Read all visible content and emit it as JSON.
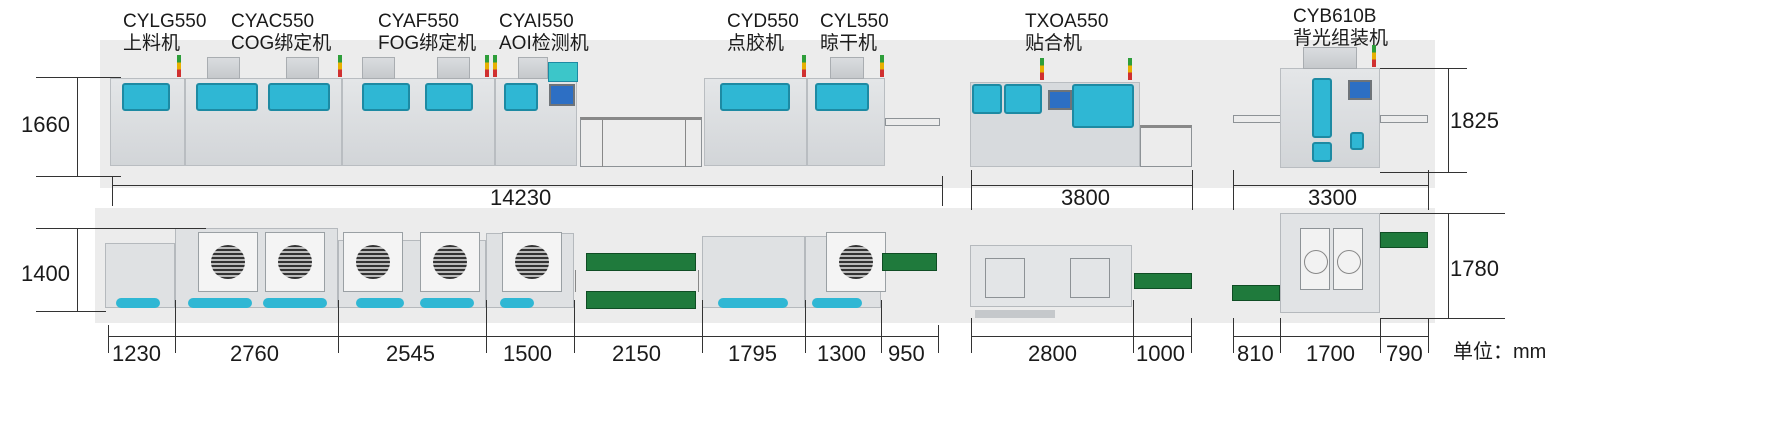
{
  "machines": [
    {
      "model": "CYLG550",
      "name": "上料机"
    },
    {
      "model": "CYAC550",
      "name": "COG绑定机"
    },
    {
      "model": "CYAF550",
      "name": "FOG绑定机"
    },
    {
      "model": "CYAI550",
      "name": "AOI检测机"
    },
    {
      "model": "CYD550",
      "name": "点胶机"
    },
    {
      "model": "CYL550",
      "name": "晾干机"
    },
    {
      "model": "TXOA550",
      "name": "贴合机"
    },
    {
      "model": "CYB610B",
      "name": "背光组装机"
    }
  ],
  "heights": {
    "line1": "1660",
    "line2": "1825",
    "line3": "1780",
    "line4": "1400"
  },
  "totals": {
    "line1": "14230",
    "line2": "3800",
    "line3": "3300"
  },
  "segments": [
    "1230",
    "2760",
    "2545",
    "1500",
    "2150",
    "1795",
    "1300",
    "950",
    "2800",
    "1000",
    "810",
    "1700",
    "790"
  ],
  "unit": "单位：mm",
  "colors": {
    "accent": "#2fb7d4",
    "conveyor": "#1f7a3c"
  }
}
